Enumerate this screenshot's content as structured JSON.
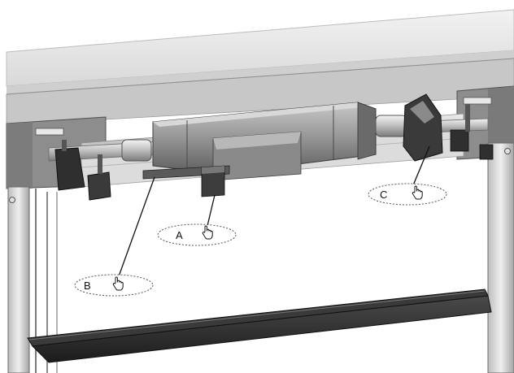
{
  "callouts": [
    {
      "id": "A",
      "label": "A",
      "icon": "hand-pointer-icon"
    },
    {
      "id": "B",
      "label": "B",
      "icon": "hand-pointer-icon"
    },
    {
      "id": "C",
      "label": "C",
      "icon": "hand-pointer-icon"
    }
  ],
  "colors": {
    "background": "#ffffff",
    "frame_dark": "#8a8a8a",
    "frame_light": "#d8d8d8",
    "beam": "#e6e6e6",
    "motor_body": "#9b9b9b",
    "motor_shadow": "#6e6e6e",
    "bracket": "#3a3a3a",
    "tray": "#2b2b2b"
  }
}
